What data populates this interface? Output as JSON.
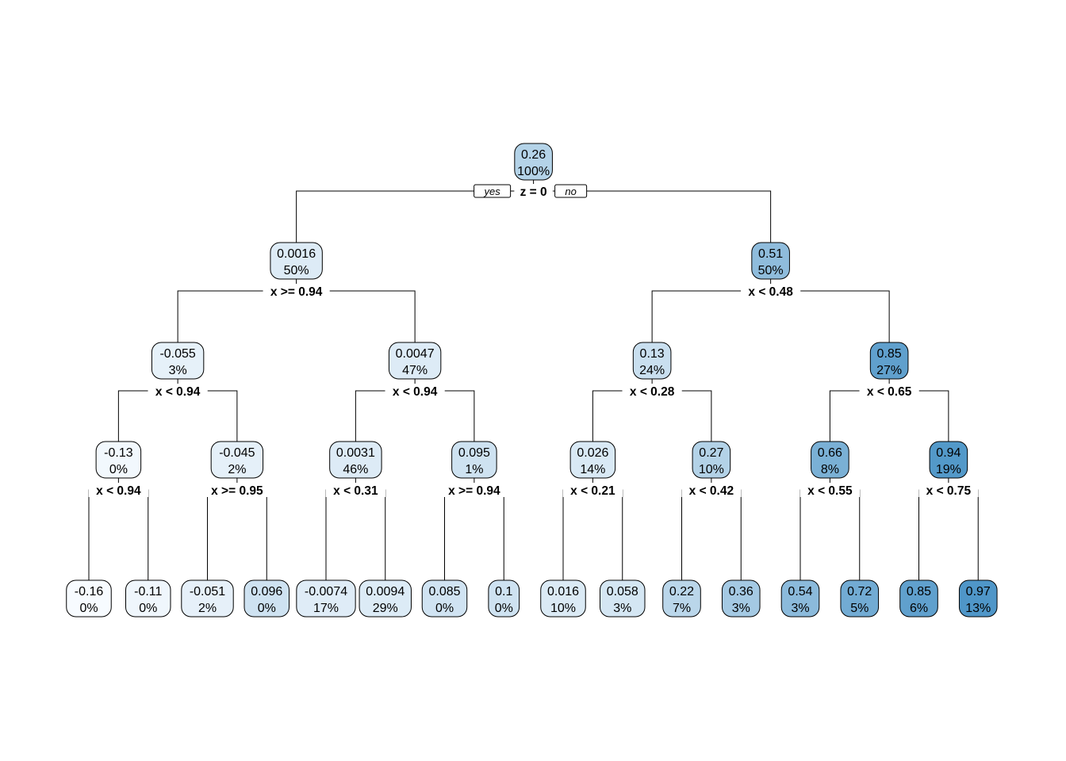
{
  "diagram": {
    "type": "regression-tree",
    "yes_label": "yes",
    "no_label": "no",
    "palette": {
      "low": "#f7fbff",
      "mid": "#a6cae3",
      "high": "#4f96c8",
      "stroke": "#000000"
    },
    "tree": {
      "value": "0.26",
      "pct": "100%",
      "split": "z = 0",
      "children": [
        {
          "value": "0.0016",
          "pct": "50%",
          "split": "x >= 0.94",
          "children": [
            {
              "value": "-0.055",
              "pct": "3%",
              "split": "x < 0.94",
              "children": [
                {
                  "value": "-0.13",
                  "pct": "0%",
                  "split": "x < 0.94",
                  "children": [
                    {
                      "value": "-0.16",
                      "pct": "0%"
                    },
                    {
                      "value": "-0.11",
                      "pct": "0%"
                    }
                  ]
                },
                {
                  "value": "-0.045",
                  "pct": "2%",
                  "split": "x >= 0.95",
                  "children": [
                    {
                      "value": "-0.051",
                      "pct": "2%"
                    },
                    {
                      "value": "0.096",
                      "pct": "0%"
                    }
                  ]
                }
              ]
            },
            {
              "value": "0.0047",
              "pct": "47%",
              "split": "x < 0.94",
              "children": [
                {
                  "value": "0.0031",
                  "pct": "46%",
                  "split": "x < 0.31",
                  "children": [
                    {
                      "value": "-0.0074",
                      "pct": "17%"
                    },
                    {
                      "value": "0.0094",
                      "pct": "29%"
                    }
                  ]
                },
                {
                  "value": "0.095",
                  "pct": "1%",
                  "split": "x >= 0.94",
                  "children": [
                    {
                      "value": "0.085",
                      "pct": "0%"
                    },
                    {
                      "value": "0.1",
                      "pct": "0%"
                    }
                  ]
                }
              ]
            }
          ]
        },
        {
          "value": "0.51",
          "pct": "50%",
          "split": "x < 0.48",
          "children": [
            {
              "value": "0.13",
              "pct": "24%",
              "split": "x < 0.28",
              "children": [
                {
                  "value": "0.026",
                  "pct": "14%",
                  "split": "x < 0.21",
                  "children": [
                    {
                      "value": "0.016",
                      "pct": "10%"
                    },
                    {
                      "value": "0.058",
                      "pct": "3%"
                    }
                  ]
                },
                {
                  "value": "0.27",
                  "pct": "10%",
                  "split": "x < 0.42",
                  "children": [
                    {
                      "value": "0.22",
                      "pct": "7%"
                    },
                    {
                      "value": "0.36",
                      "pct": "3%"
                    }
                  ]
                }
              ]
            },
            {
              "value": "0.85",
              "pct": "27%",
              "split": "x < 0.65",
              "children": [
                {
                  "value": "0.66",
                  "pct": "8%",
                  "split": "x < 0.55",
                  "children": [
                    {
                      "value": "0.54",
                      "pct": "3%"
                    },
                    {
                      "value": "0.72",
                      "pct": "5%"
                    }
                  ]
                },
                {
                  "value": "0.94",
                  "pct": "19%",
                  "split": "x < 0.75",
                  "children": [
                    {
                      "value": "0.85",
                      "pct": "6%"
                    },
                    {
                      "value": "0.97",
                      "pct": "13%"
                    }
                  ]
                }
              ]
            }
          ]
        }
      ]
    }
  }
}
